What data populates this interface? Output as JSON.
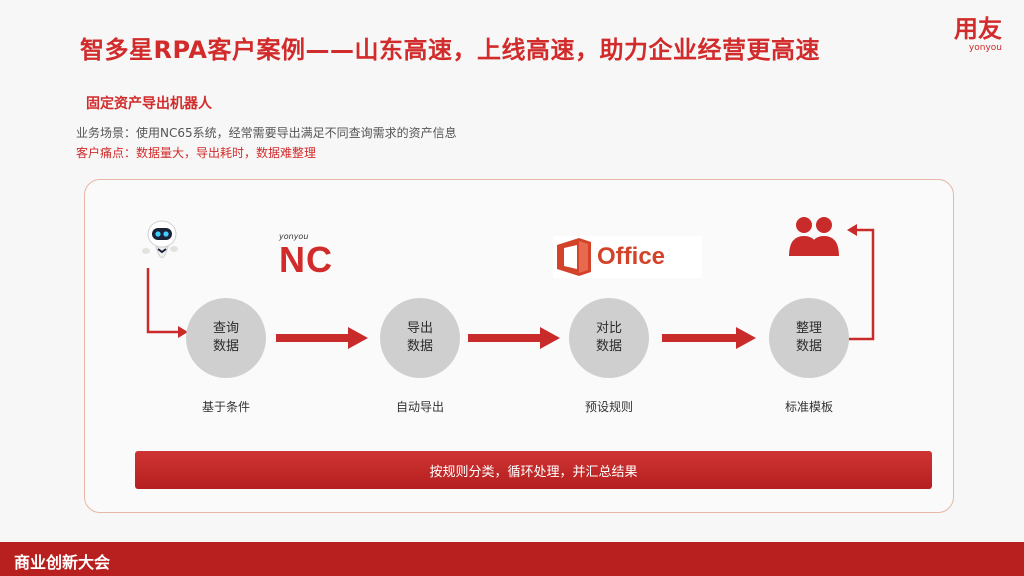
{
  "header": {
    "title": "智多星RPA客户案例——山东高速，上线高速，助力企业经营更高速",
    "subtitle": "固定资产导出机器人",
    "scene": "业务场景：使用NC65系统，经常需要导出满足不同查询需求的资产信息",
    "pain": "客户痛点：数据量大，导出耗时，数据难整理"
  },
  "logo": {
    "cn": "用友",
    "en": "yonyou"
  },
  "logos": {
    "nc_small": "yonyou",
    "nc_big": "NC",
    "office": "Office"
  },
  "steps": [
    {
      "line1": "查询",
      "line2": "数据",
      "label": "基于条件"
    },
    {
      "line1": "导出",
      "line2": "数据",
      "label": "自动导出"
    },
    {
      "line1": "对比",
      "line2": "数据",
      "label": "预设规则"
    },
    {
      "line1": "整理",
      "line2": "数据",
      "label": "标准模板"
    }
  ],
  "bar_text": "按规则分类，循环处理，并汇总结果",
  "footer": {
    "text": "商业创新大会"
  },
  "icons": {
    "robot": "robot-icon",
    "users": "users-icon",
    "office": "office-icon",
    "flow": "arrow-right-icon"
  },
  "colors": {
    "accent": "#d22b2b",
    "circle": "#cfcfcf",
    "footer": "#b81f1f"
  }
}
